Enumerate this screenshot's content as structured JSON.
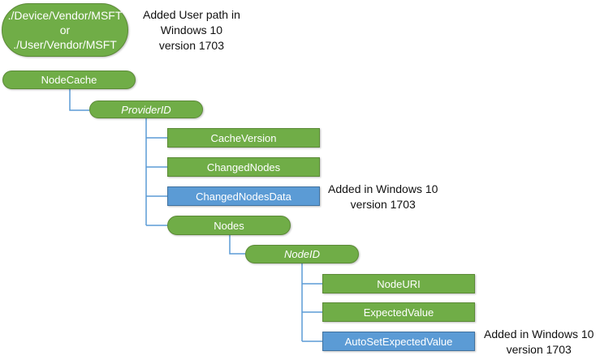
{
  "root": {
    "lines": [
      "./Device/Vendor/MSFT",
      "or",
      "./User/Vendor/MSFT"
    ]
  },
  "nodes": {
    "nodecache": "NodeCache",
    "providerid": "ProviderID",
    "cacheversion": "CacheVersion",
    "changednodes": "ChangedNodes",
    "changednodesdata": "ChangedNodesData",
    "nodes": "Nodes",
    "nodeid": "NodeID",
    "nodeuri": "NodeURI",
    "expectedvalue": "ExpectedValue",
    "autosetexpectedvalue": "AutoSetExpectedValue"
  },
  "notes": {
    "user_path": [
      "Added User path in",
      "Windows 10",
      "version 1703"
    ],
    "changednodesdata": [
      "Added in Windows 10",
      "version 1703"
    ],
    "autosetexpectedvalue": [
      "Added in Windows 10",
      "version 1703"
    ]
  },
  "colors": {
    "leaf_green": "#70ad47",
    "leaf_blue": "#5b9bd5",
    "connector": "#5b9bd5"
  }
}
